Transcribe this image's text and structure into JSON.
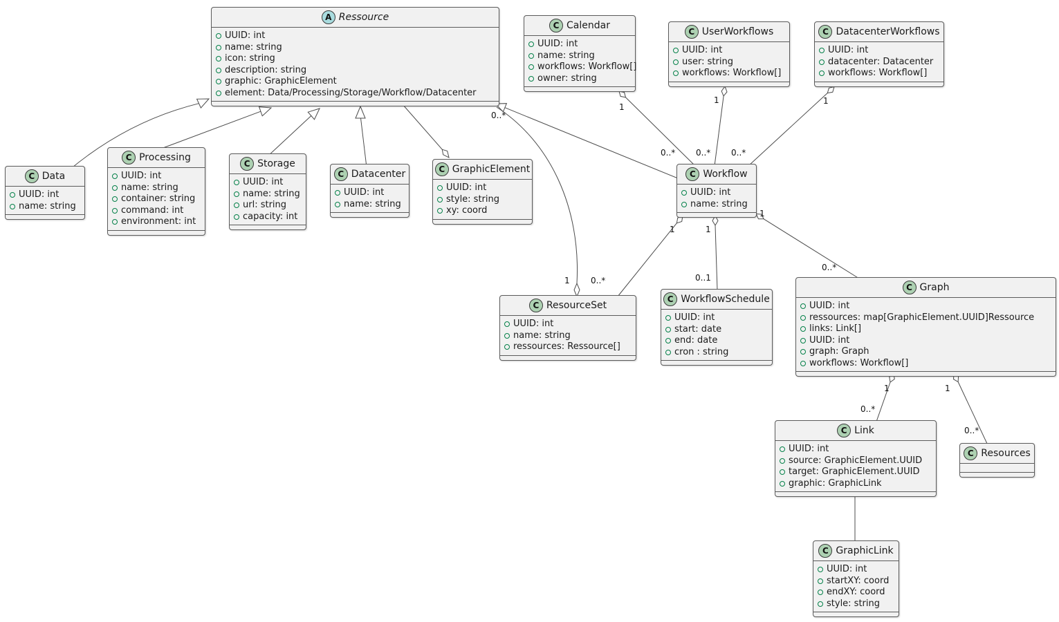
{
  "diagram": {
    "kind": "UML class diagram",
    "colors": {
      "class_background": "#F1F1F1",
      "class_border": "#5A5A5A",
      "class_icon_background": "#ADD1B2",
      "abstract_icon_background": "#A9DCDF",
      "field_icon_green": "#038048",
      "edge_color": "#4B4B4B",
      "page_background": "#FFFFFF"
    }
  },
  "classes": [
    {
      "id": "ressource",
      "stereotype": "abstract",
      "icon_letter": "A",
      "name": "Ressource",
      "attrs": [
        "UUID: int",
        "name: string",
        "icon: string",
        "description: string",
        "graphic: GraphicElement",
        "element: Data/Processing/Storage/Workflow/Datacenter"
      ]
    },
    {
      "id": "calendar",
      "stereotype": "class",
      "icon_letter": "C",
      "name": "Calendar",
      "attrs": [
        "UUID: int",
        "name: string",
        "workflows: Workflow[]",
        "owner: string"
      ]
    },
    {
      "id": "userworkflows",
      "stereotype": "class",
      "icon_letter": "C",
      "name": "UserWorkflows",
      "attrs": [
        "UUID: int",
        "user: string",
        "workflows: Workflow[]"
      ]
    },
    {
      "id": "datacenterworkflows",
      "stereotype": "class",
      "icon_letter": "C",
      "name": "DatacenterWorkflows",
      "attrs": [
        "UUID: int",
        "datacenter: Datacenter",
        "workflows: Workflow[]"
      ]
    },
    {
      "id": "data",
      "stereotype": "class",
      "icon_letter": "C",
      "name": "Data",
      "attrs": [
        "UUID: int",
        "name: string"
      ]
    },
    {
      "id": "processing",
      "stereotype": "class",
      "icon_letter": "C",
      "name": "Processing",
      "attrs": [
        "UUID: int",
        "name: string",
        "container: string",
        "command: int",
        "environment: int"
      ]
    },
    {
      "id": "storage",
      "stereotype": "class",
      "icon_letter": "C",
      "name": "Storage",
      "attrs": [
        "UUID: int",
        "name: string",
        "url: string",
        "capacity: int"
      ]
    },
    {
      "id": "datacenter",
      "stereotype": "class",
      "icon_letter": "C",
      "name": "Datacenter",
      "attrs": [
        "UUID: int",
        "name: string"
      ]
    },
    {
      "id": "graphicelement",
      "stereotype": "class",
      "icon_letter": "C",
      "name": "GraphicElement",
      "attrs": [
        "UUID: int",
        "style: string",
        "xy: coord"
      ]
    },
    {
      "id": "workflow",
      "stereotype": "class",
      "icon_letter": "C",
      "name": "Workflow",
      "attrs": [
        "UUID: int",
        "name: string"
      ]
    },
    {
      "id": "resourceset",
      "stereotype": "class",
      "icon_letter": "C",
      "name": "ResourceSet",
      "attrs": [
        "UUID: int",
        "name: string",
        "ressources: Ressource[]"
      ]
    },
    {
      "id": "workflowschedule",
      "stereotype": "class",
      "icon_letter": "C",
      "name": "WorkflowSchedule",
      "attrs": [
        "UUID: int",
        "start: date",
        "end: date",
        "cron : string"
      ]
    },
    {
      "id": "graph",
      "stereotype": "class",
      "icon_letter": "C",
      "name": "Graph",
      "attrs": [
        "UUID: int",
        "ressources: map[GraphicElement.UUID]Ressource",
        "links: Link[]",
        "UUID: int",
        "graph: Graph",
        "workflows: Workflow[]"
      ]
    },
    {
      "id": "link",
      "stereotype": "class",
      "icon_letter": "C",
      "name": "Link",
      "attrs": [
        "UUID: int",
        "source: GraphicElement.UUID",
        "target: GraphicElement.UUID",
        "graphic: GraphicLink"
      ]
    },
    {
      "id": "resources",
      "stereotype": "class",
      "icon_letter": "C",
      "name": "Resources",
      "attrs": []
    },
    {
      "id": "graphiclink",
      "stereotype": "class",
      "icon_letter": "C",
      "name": "GraphicLink",
      "attrs": [
        "UUID: int",
        "startXY: coord",
        "endXY: coord",
        "style: string"
      ]
    }
  ],
  "relationships": [
    {
      "from": "Data",
      "to": "Ressource",
      "type": "generalization"
    },
    {
      "from": "Processing",
      "to": "Ressource",
      "type": "generalization"
    },
    {
      "from": "Storage",
      "to": "Ressource",
      "type": "generalization"
    },
    {
      "from": "Datacenter",
      "to": "Ressource",
      "type": "generalization"
    },
    {
      "from": "Workflow",
      "to": "Ressource",
      "type": "generalization"
    },
    {
      "from": "Ressource",
      "to": "GraphicElement",
      "type": "aggregation",
      "diamond_end": "GraphicElement"
    },
    {
      "from": "Calendar",
      "to": "Workflow",
      "type": "aggregation",
      "diamond_end": "Calendar",
      "mult_from": "1",
      "mult_to": "0..*"
    },
    {
      "from": "UserWorkflows",
      "to": "Workflow",
      "type": "aggregation",
      "diamond_end": "UserWorkflows",
      "mult_from": "1",
      "mult_to": "0..*"
    },
    {
      "from": "DatacenterWorkflows",
      "to": "Workflow",
      "type": "aggregation",
      "diamond_end": "DatacenterWorkflows",
      "mult_from": "1",
      "mult_to": "0..*"
    },
    {
      "from": "ResourceSet",
      "to": "Ressource",
      "type": "aggregation",
      "diamond_end": "ResourceSet",
      "mult_from": "1",
      "mult_to": "0..*"
    },
    {
      "from": "Workflow",
      "to": "ResourceSet",
      "type": "aggregation",
      "diamond_end": "Workflow",
      "mult_from": "1",
      "mult_to": "0..*"
    },
    {
      "from": "Workflow",
      "to": "WorkflowSchedule",
      "type": "aggregation",
      "diamond_end": "Workflow",
      "mult_from": "1",
      "mult_to": "0..1"
    },
    {
      "from": "Workflow",
      "to": "Graph",
      "type": "aggregation",
      "diamond_end": "Workflow",
      "mult_from": "1",
      "mult_to": "0..*"
    },
    {
      "from": "Graph",
      "to": "Link",
      "type": "aggregation",
      "diamond_end": "Graph",
      "mult_from": "1",
      "mult_to": "0..*"
    },
    {
      "from": "Graph",
      "to": "Resources",
      "type": "aggregation",
      "diamond_end": "Graph",
      "mult_from": "1",
      "mult_to": "0..*"
    },
    {
      "from": "Link",
      "to": "GraphicLink",
      "type": "association"
    }
  ],
  "edge_labels": [
    {
      "text": "1",
      "edge": "calendar-workflow",
      "end": "Calendar"
    },
    {
      "text": "0..*",
      "edge": "calendar-workflow",
      "end": "Workflow"
    },
    {
      "text": "1",
      "edge": "userworkflows-workflow",
      "end": "UserWorkflows"
    },
    {
      "text": "0..*",
      "edge": "userworkflows-workflow",
      "end": "Workflow"
    },
    {
      "text": "1",
      "edge": "datacenterworkflows-workflow",
      "end": "DatacenterWorkflows"
    },
    {
      "text": "0..*",
      "edge": "datacenterworkflows-workflow",
      "end": "Workflow"
    },
    {
      "text": "0..*",
      "edge": "resourceset-ressource",
      "end": "Ressource"
    },
    {
      "text": "1",
      "edge": "resourceset-ressource",
      "end": "ResourceSet"
    },
    {
      "text": "1",
      "edge": "workflow-resourceset",
      "end": "Workflow"
    },
    {
      "text": "0..*",
      "edge": "workflow-resourceset",
      "end": "ResourceSet"
    },
    {
      "text": "1",
      "edge": "workflow-workflowschedule",
      "end": "Workflow"
    },
    {
      "text": "0..1",
      "edge": "workflow-workflowschedule",
      "end": "WorkflowSchedule"
    },
    {
      "text": "1",
      "edge": "workflow-graph",
      "end": "Workflow"
    },
    {
      "text": "0..*",
      "edge": "workflow-graph",
      "end": "Graph"
    },
    {
      "text": "1",
      "edge": "graph-link",
      "end": "Graph"
    },
    {
      "text": "0..*",
      "edge": "graph-link",
      "end": "Link"
    },
    {
      "text": "1",
      "edge": "graph-resources",
      "end": "Graph"
    },
    {
      "text": "0..*",
      "edge": "graph-resources",
      "end": "Resources"
    }
  ]
}
